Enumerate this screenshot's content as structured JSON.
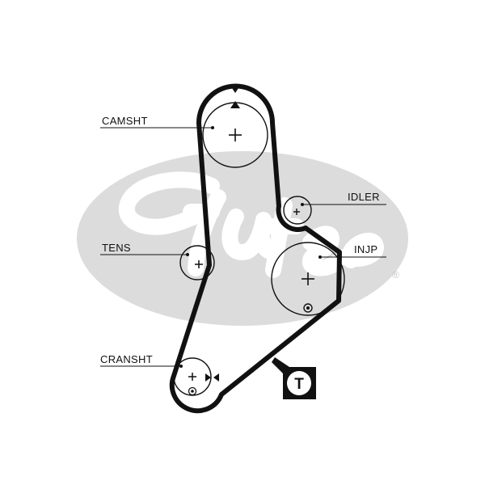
{
  "labels": {
    "camshaft": "CAMSHT",
    "idler": "IDLER",
    "tensioner": "TENS",
    "injection_pump": "INJP",
    "crankshaft": "CRANSHT"
  },
  "tensioner_badge": "T",
  "watermark": {
    "registered_mark": "®"
  },
  "colors": {
    "belt": "#111111",
    "pulley": "#111111",
    "watermark": "#dcdcdc",
    "background": "#ffffff"
  },
  "icons": {
    "timing_mark": "triangle-marker-icon",
    "pulley_center": "plus-icon",
    "reference_dot": "circled-dot-icon",
    "tensioner": "tensioner-badge-icon"
  }
}
